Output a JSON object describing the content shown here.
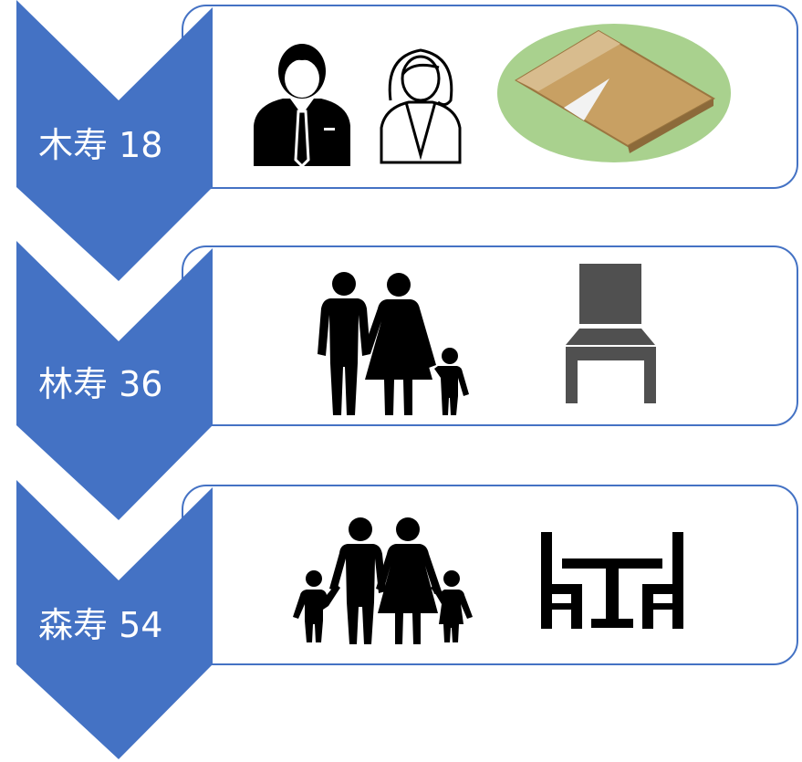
{
  "stages": [
    {
      "label": "木寿 18",
      "icons": [
        "man-in-suit-icon",
        "woman-icon",
        "wooden-board-icon"
      ]
    },
    {
      "label": "林寿 36",
      "icons": [
        "family-of-three-icon",
        "chair-icon"
      ]
    },
    {
      "label": "森寿 54",
      "icons": [
        "family-of-four-icon",
        "table-and-chairs-icon"
      ]
    }
  ],
  "colors": {
    "chevron": "#4472C4",
    "box_border": "#4472C4",
    "icon_dark": "#000000",
    "chair": "#505050",
    "board_bg": "#A9D18E",
    "board_wood": "#C8A063"
  }
}
